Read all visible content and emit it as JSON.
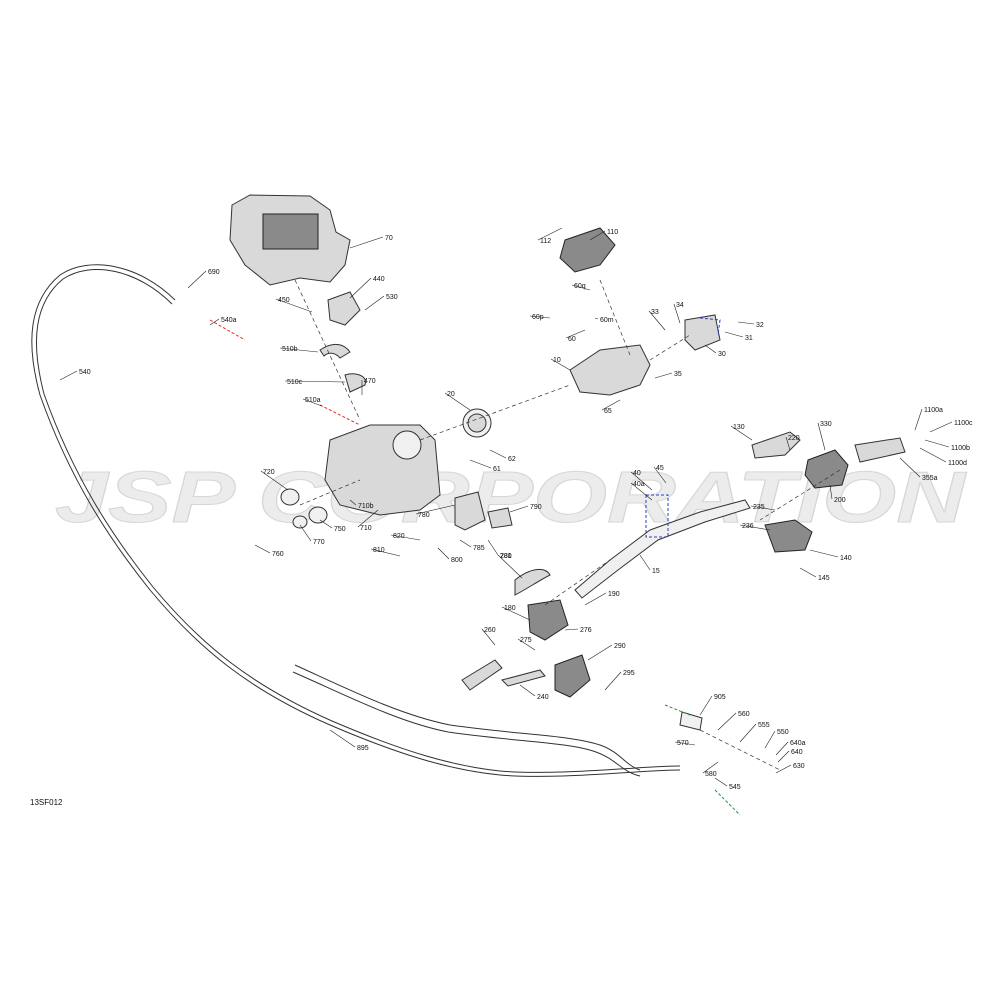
{
  "watermark": "JSP CORPORATION",
  "diagram_code": "13SF012",
  "labels": [
    "70",
    "690",
    "440",
    "450",
    "530",
    "540a",
    "510b",
    "510c",
    "470",
    "510a",
    "540",
    "20",
    "62",
    "61",
    "720",
    "710b",
    "710",
    "750",
    "770",
    "760",
    "820",
    "810",
    "800",
    "780",
    "785",
    "781",
    "790",
    "112",
    "110",
    "60q",
    "60p",
    "60",
    "60m",
    "33",
    "34",
    "32",
    "31",
    "30",
    "10",
    "35",
    "65",
    "130",
    "220",
    "330",
    "1100a",
    "1100c",
    "1100b",
    "1100d",
    "355a",
    "200",
    "236",
    "140",
    "145",
    "235",
    "45",
    "40",
    "40a",
    "15",
    "280",
    "190",
    "180",
    "276",
    "260",
    "275",
    "290",
    "295",
    "240",
    "905",
    "560",
    "555",
    "550",
    "640a",
    "640",
    "630",
    "570",
    "580",
    "545",
    "895"
  ]
}
